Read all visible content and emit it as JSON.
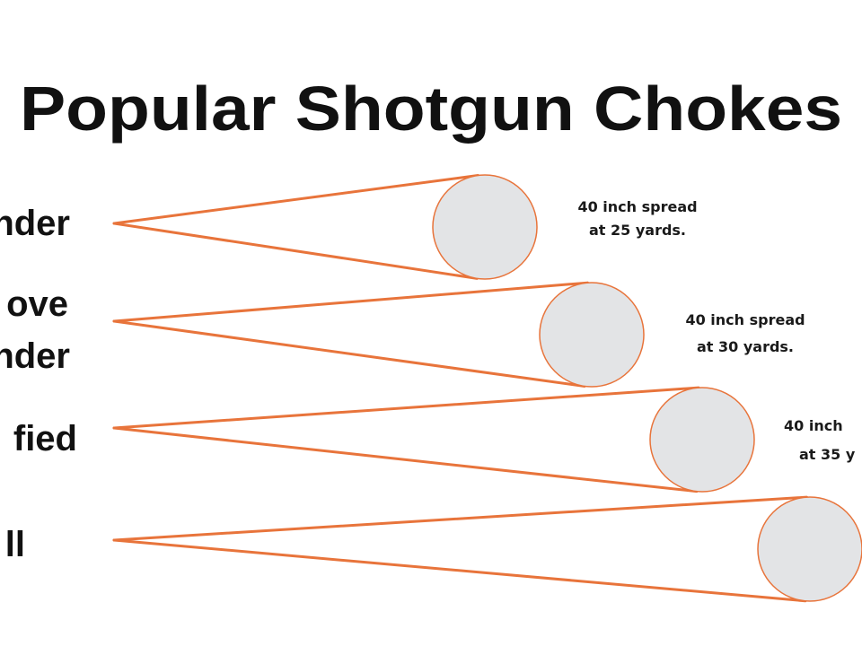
{
  "title": "Popular Shotgun Chokes",
  "colors": {
    "cone": "#e8743b",
    "pattern_fill": "#e3e4e6",
    "text": "#111111"
  },
  "chokes": [
    {
      "label_lines": [
        "nder"
      ],
      "spread_lines": [
        "40 inch spread",
        "at 25 yards."
      ]
    },
    {
      "label_lines": [
        "ove",
        "nder"
      ],
      "spread_lines": [
        "40 inch spread",
        "at 30 yards."
      ]
    },
    {
      "label_lines": [
        "fied"
      ],
      "spread_lines": [
        "40 inch",
        "at 35 y"
      ]
    },
    {
      "label_lines": [
        "ll"
      ],
      "spread_lines": []
    }
  ]
}
